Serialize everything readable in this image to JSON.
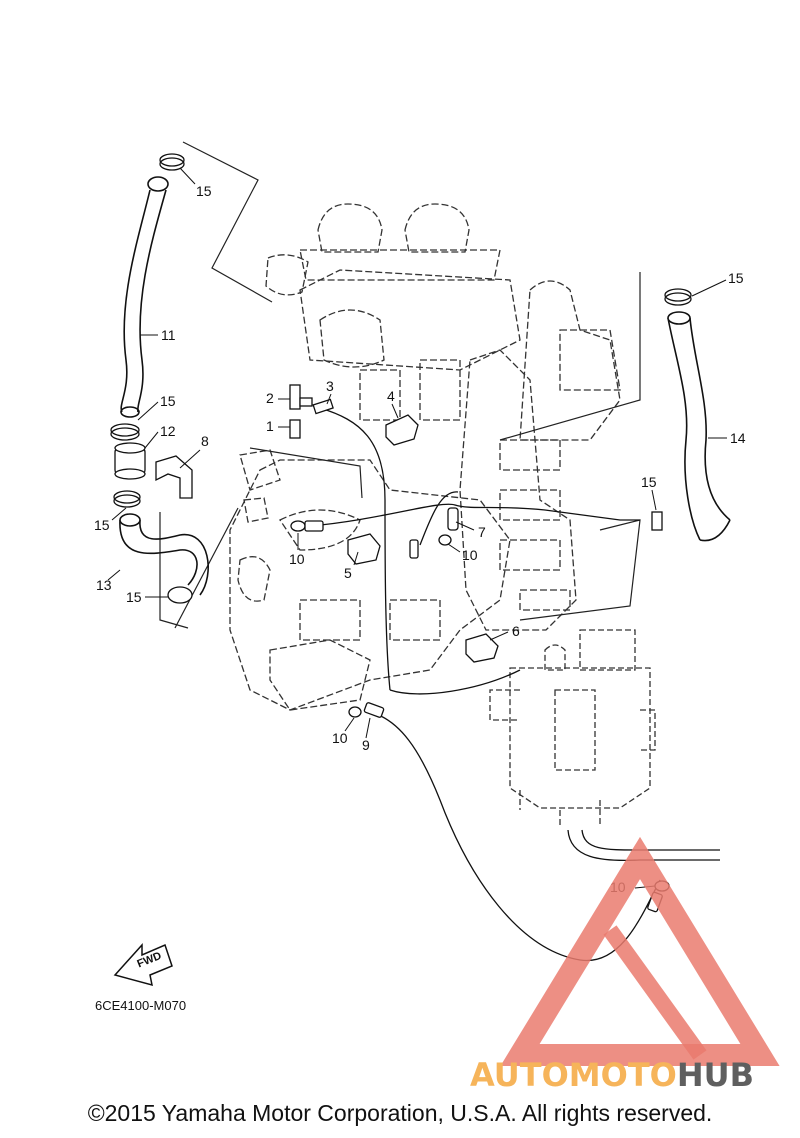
{
  "diagram": {
    "callouts": [
      "15",
      "11",
      "15",
      "12",
      "8",
      "15",
      "13",
      "15",
      "2",
      "1",
      "3",
      "4",
      "10",
      "5",
      "7",
      "10",
      "6",
      "10",
      "9",
      "15",
      "14",
      "15",
      "10"
    ],
    "part_code": "6CE4100-M070",
    "fwd_label": "FWD"
  },
  "watermark": {
    "part1": "AUTOMOTO",
    "part2": "HUB",
    "colors": {
      "orange": "#f6b45a",
      "red": "#e4574e",
      "grey": "#5f5f5f",
      "triangle": "#ea7b6e"
    }
  },
  "copyright": "©2015 Yamaha Motor Corporation, U.S.A. All rights reserved."
}
